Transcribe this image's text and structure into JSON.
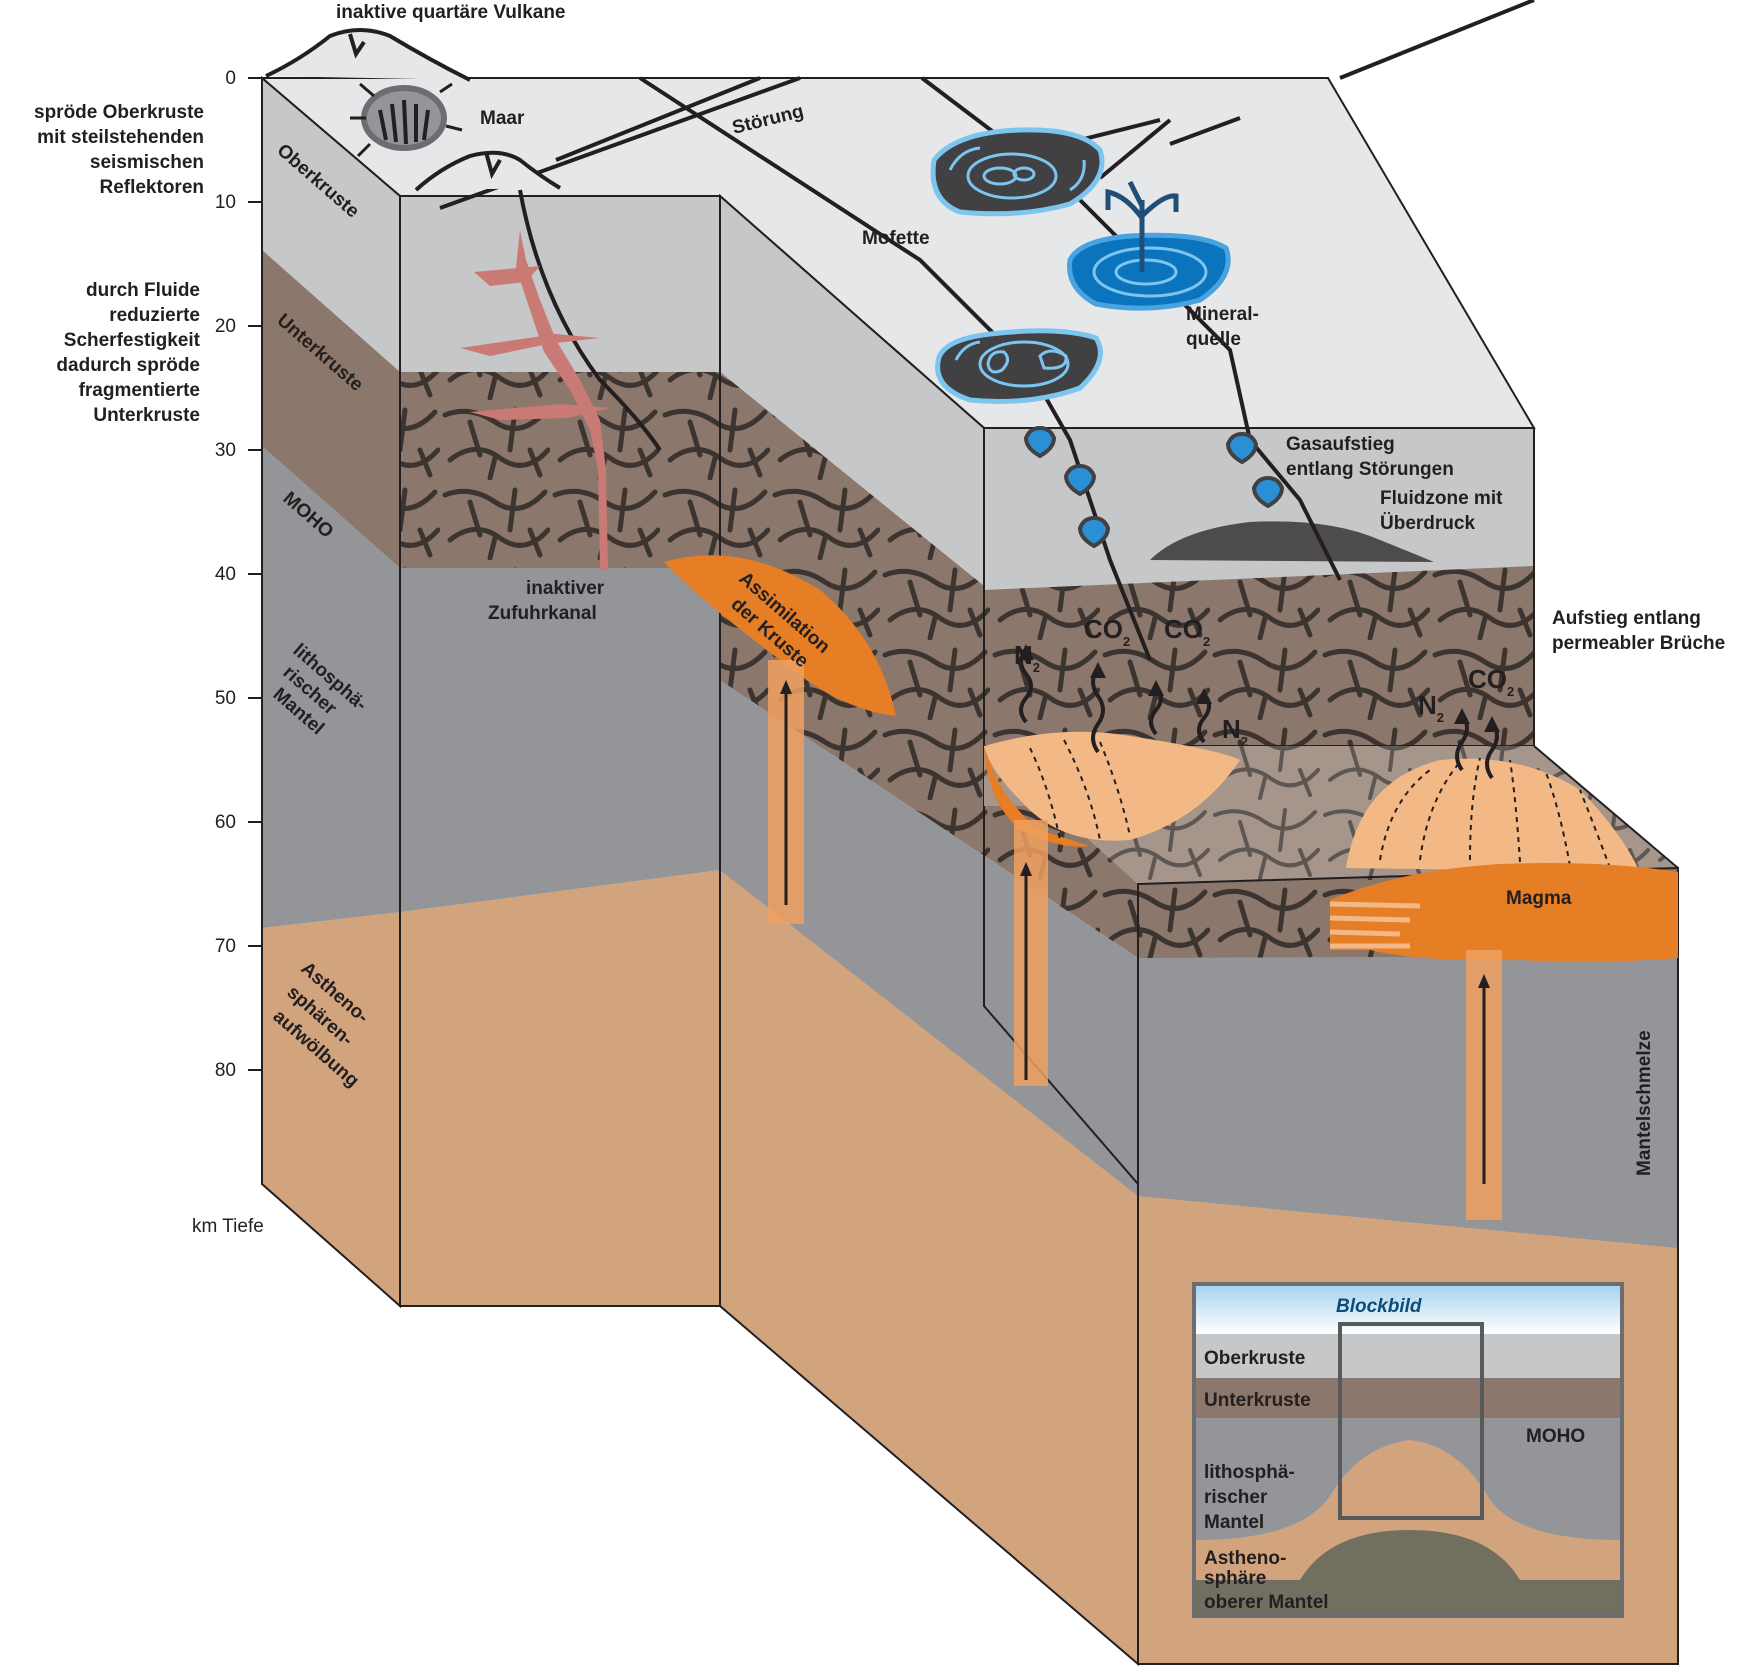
{
  "depth_axis": {
    "ticks": [
      "0",
      "10",
      "20",
      "30",
      "40",
      "50",
      "60",
      "70",
      "80"
    ],
    "unit_label": "km Tiefe"
  },
  "left_notes": {
    "upper": [
      "spröde Oberkruste",
      "mit steilstehenden",
      "seismischen",
      "Reflektoren"
    ],
    "lower": [
      "durch Fluide",
      "reduzierte",
      "Scherfestigkeit",
      "dadurch spröde",
      "fragmentierte",
      "Unterkruste"
    ]
  },
  "layers": {
    "oberkruste": "Oberkruste",
    "unterkruste": "Unterkruste",
    "moho": "MOHO",
    "mantle": [
      "lithosphä-",
      "rischer",
      "Mantel"
    ],
    "astheno": [
      "Astheno-",
      "sphären-",
      "aufwölbung"
    ]
  },
  "labels": {
    "vulkane": "inaktive quartäre Vulkane",
    "maar": "Maar",
    "stoerung": "Störung",
    "mofette": "Mofette",
    "mineralquelle": [
      "Mineral-",
      "quelle"
    ],
    "gasaufstieg": [
      "Gasaufstieg",
      "entlang Störungen"
    ],
    "fluidzone": [
      "Fluidzone mit",
      "Überdruck"
    ],
    "aufstieg": [
      "Aufstieg entlang",
      "permeabler Brüche"
    ],
    "zufuhrkanal": [
      "inaktiver",
      "Zufuhrkanal"
    ],
    "assimilation": [
      "Assimilation",
      "der Kruste"
    ],
    "magma": "Magma",
    "mantelschmelze": "Mantelschmelze"
  },
  "gases": {
    "co2": "CO",
    "n2": "N",
    "sub2": "2"
  },
  "inset": {
    "title": "Blockbild",
    "oberkruste": "Oberkruste",
    "unterkruste": "Unterkruste",
    "moho": "MOHO",
    "mantel": [
      "lithosphä-",
      "rischer",
      "Mantel"
    ],
    "astheno": [
      "Astheno-",
      "sphäre"
    ],
    "oberer_mantel": "oberer Mantel"
  },
  "colors": {
    "upper_crust_top": "#e6e7e8",
    "upper_crust_side": "#c6c7c9",
    "lower_crust": "#8b776b",
    "mantle": "#939598",
    "asthenosphere": "#d2a47e",
    "magma": "#e57e24",
    "magma_light": "#f0b07e",
    "water": "#2b8fd6",
    "fault": "#231f20"
  }
}
